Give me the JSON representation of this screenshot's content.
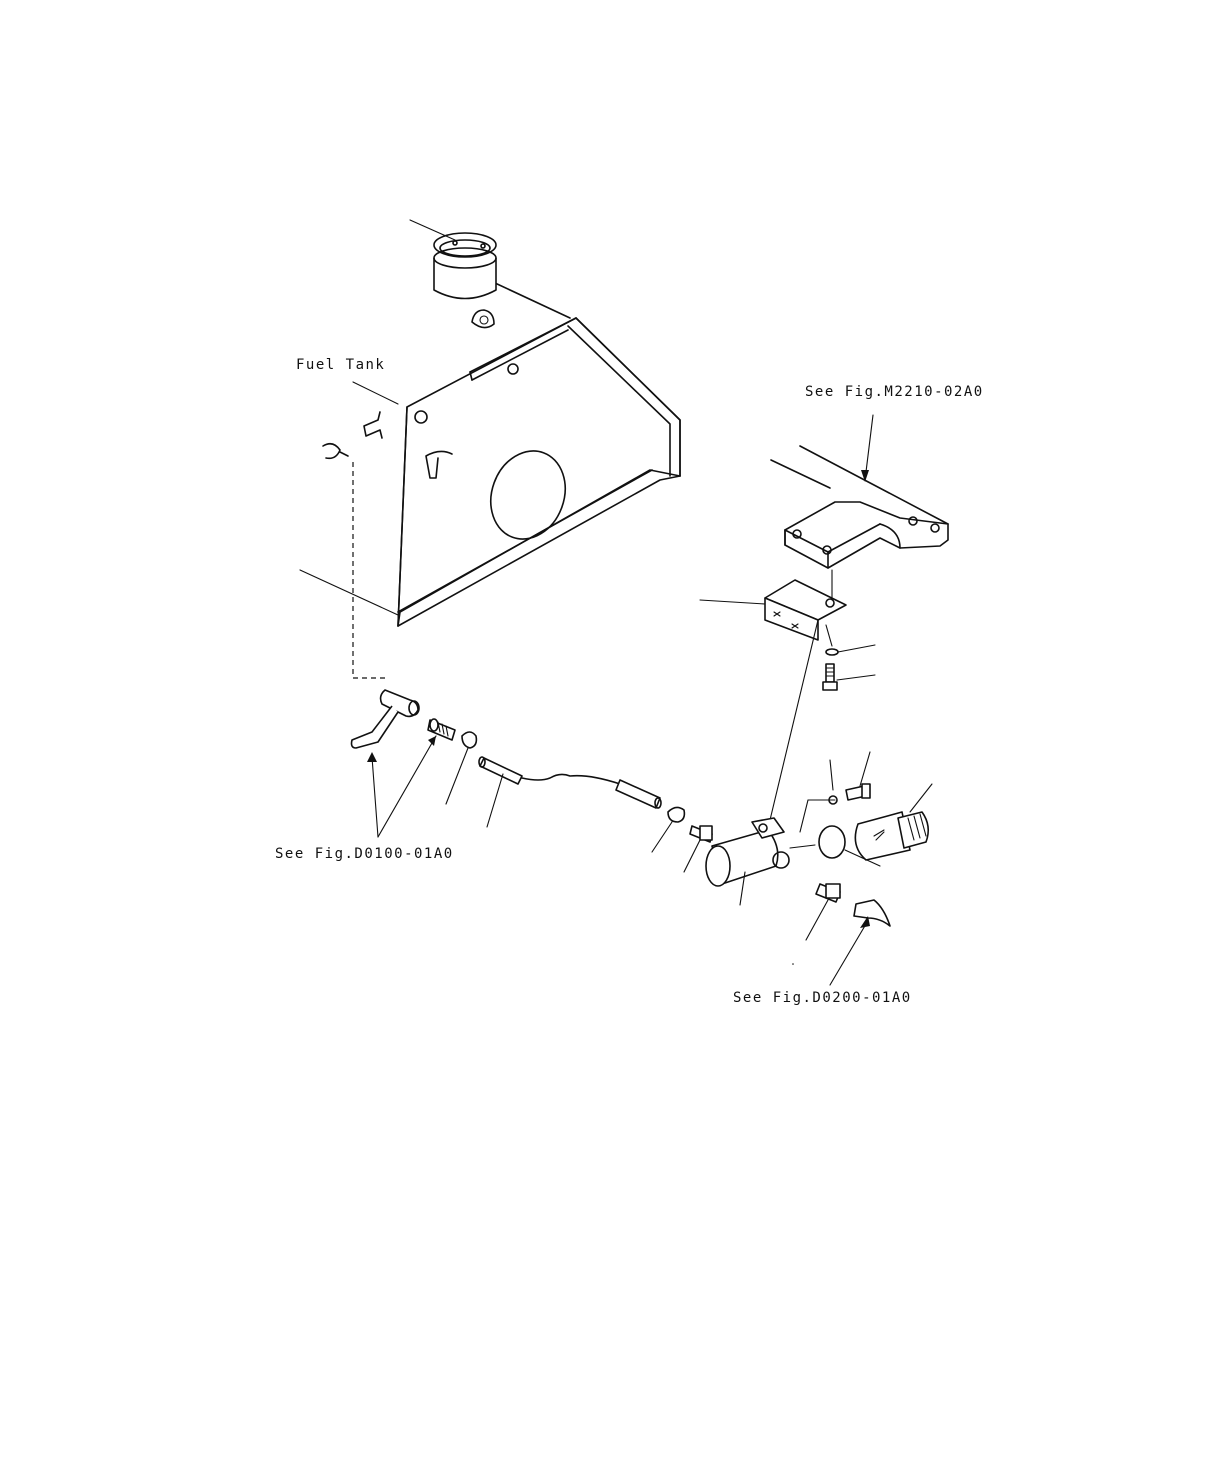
{
  "labels": {
    "fuel_tank": "Fuel Tank",
    "ref_m2210": "See Fig.M2210-02A0",
    "ref_d0100": "See Fig.D0100-01A0",
    "ref_d0200": "See Fig.D0200-01A0"
  }
}
